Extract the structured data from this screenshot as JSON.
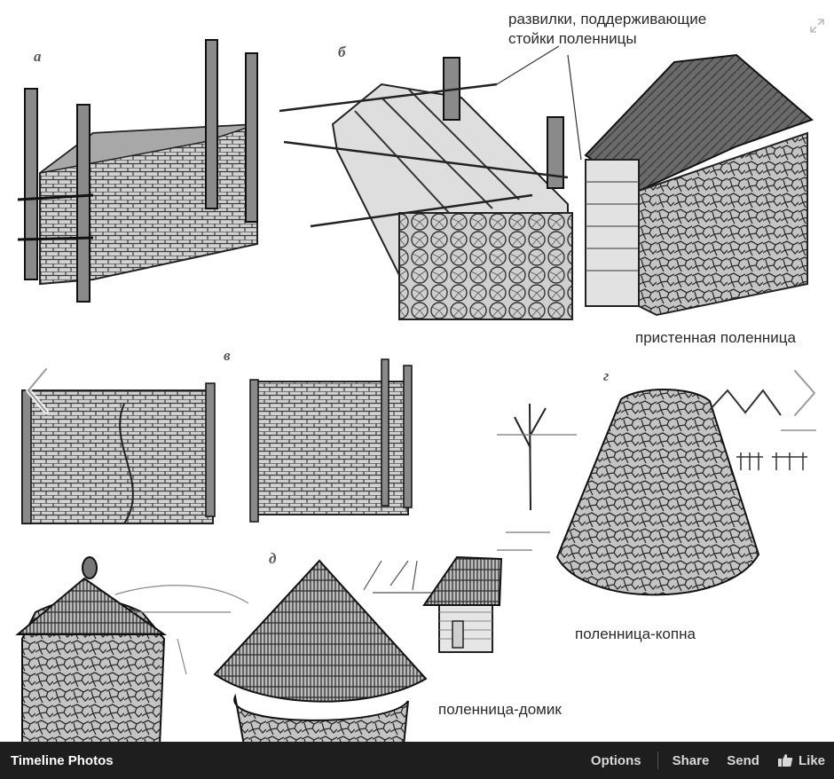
{
  "viewer": {
    "letters": {
      "a": "а",
      "b": "б",
      "v": "в",
      "g": "г",
      "d": "д"
    },
    "labels": {
      "forks_line1": "развилки, поддерживающие",
      "forks_line2": "стойки поленницы",
      "wall_woodpile": "пристенная поленница",
      "stack_woodpile": "поленница-копна",
      "house_woodpile": "поленница-домик"
    }
  },
  "bottom_bar": {
    "title": "Timeline Photos",
    "options": "Options",
    "share": "Share",
    "send": "Send",
    "like": "Like"
  },
  "icons": [
    "expand-icon",
    "prev-arrow-icon",
    "next-arrow-icon",
    "like-thumb-icon"
  ],
  "colors": {
    "bar_background": "#1e1e1e",
    "bar_text": "#d8d8d8",
    "title_text": "#ffffff"
  }
}
